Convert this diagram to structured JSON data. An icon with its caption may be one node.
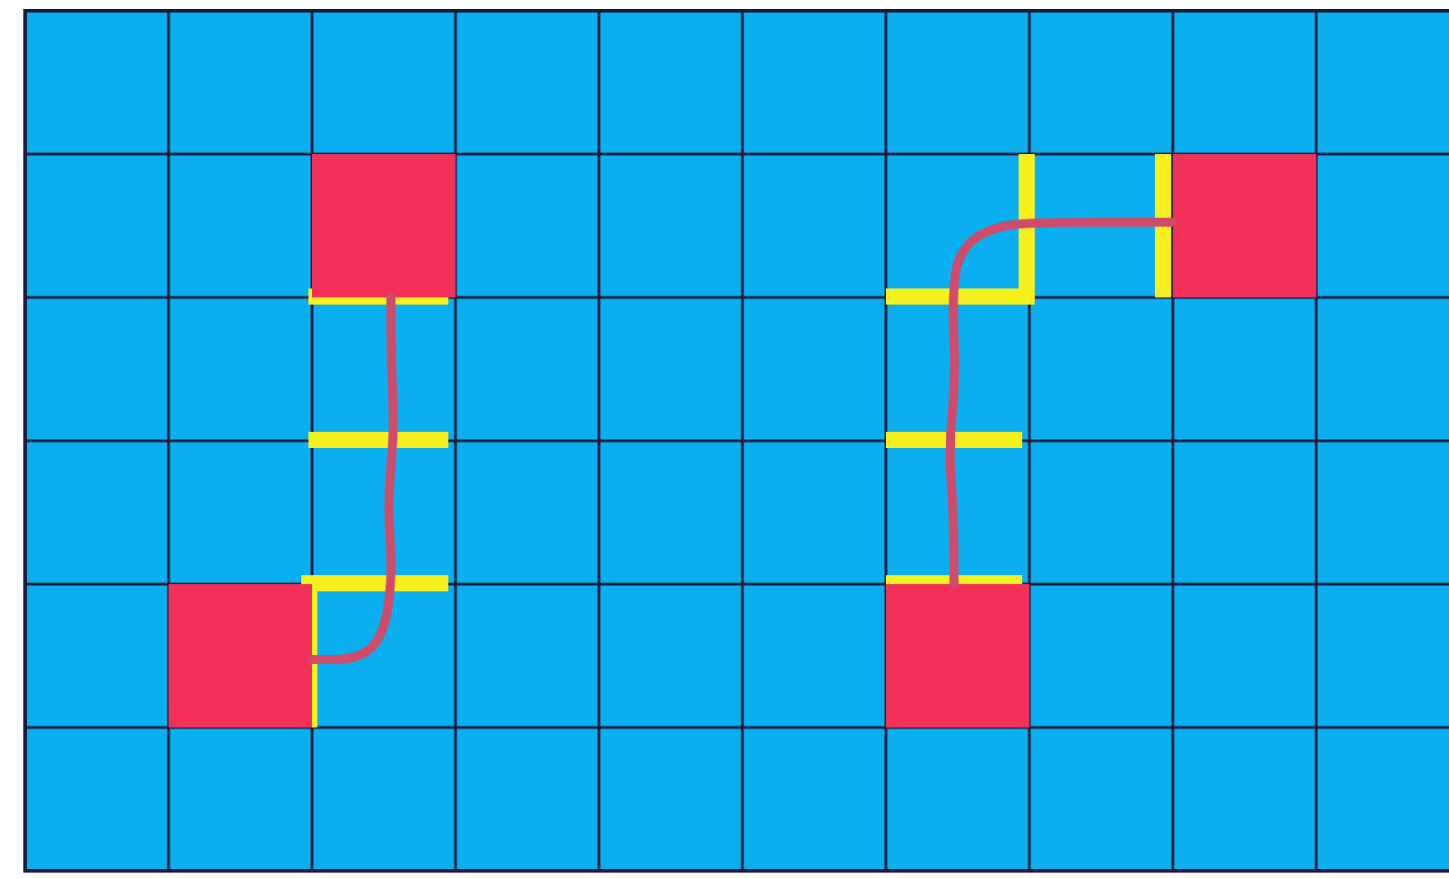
{
  "diagram": {
    "nodes": [
      {
        "text": [],
        "shape": "box"
      },
      {
        "text": [],
        "shape": "box"
      },
      {
        "text": [],
        "shape": "box"
      },
      {
        "text": [],
        "shape": "box"
      }
    ],
    "edges": [
      {
        "from": 0,
        "to": 2,
        "arrow": "none"
      },
      {
        "from": 3,
        "to": 1,
        "arrow": "none"
      }
    ]
  }
}
